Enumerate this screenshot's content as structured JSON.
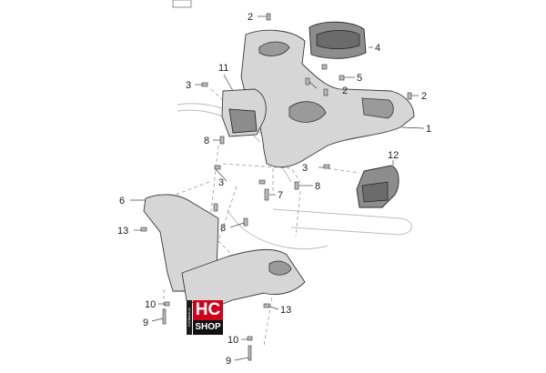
{
  "callouts": [
    {
      "id": "c2a",
      "text": "2"
    },
    {
      "id": "c4",
      "text": "4"
    },
    {
      "id": "c5",
      "text": "5"
    },
    {
      "id": "c2b",
      "text": "2"
    },
    {
      "id": "c11",
      "text": "11"
    },
    {
      "id": "c3a",
      "text": "3"
    },
    {
      "id": "c2c",
      "text": "2"
    },
    {
      "id": "c1",
      "text": "1"
    },
    {
      "id": "c8a",
      "text": "8"
    },
    {
      "id": "c12",
      "text": "12"
    },
    {
      "id": "c3b",
      "text": "3"
    },
    {
      "id": "c3c",
      "text": "3"
    },
    {
      "id": "c7",
      "text": "7"
    },
    {
      "id": "c8b",
      "text": "8"
    },
    {
      "id": "c6",
      "text": "6"
    },
    {
      "id": "c13a",
      "text": "13"
    },
    {
      "id": "c8c",
      "text": "8"
    },
    {
      "id": "c10a",
      "text": "10"
    },
    {
      "id": "c9a",
      "text": "9"
    },
    {
      "id": "c13b",
      "text": "13"
    },
    {
      "id": "c10b",
      "text": "10"
    },
    {
      "id": "c9b",
      "text": "9"
    }
  ],
  "logo": {
    "side_text": "CoNtumi.cz",
    "top_text": "HC",
    "bottom_text": "SHOP",
    "top_color": "#d0021b",
    "bottom_color": "#111111"
  }
}
